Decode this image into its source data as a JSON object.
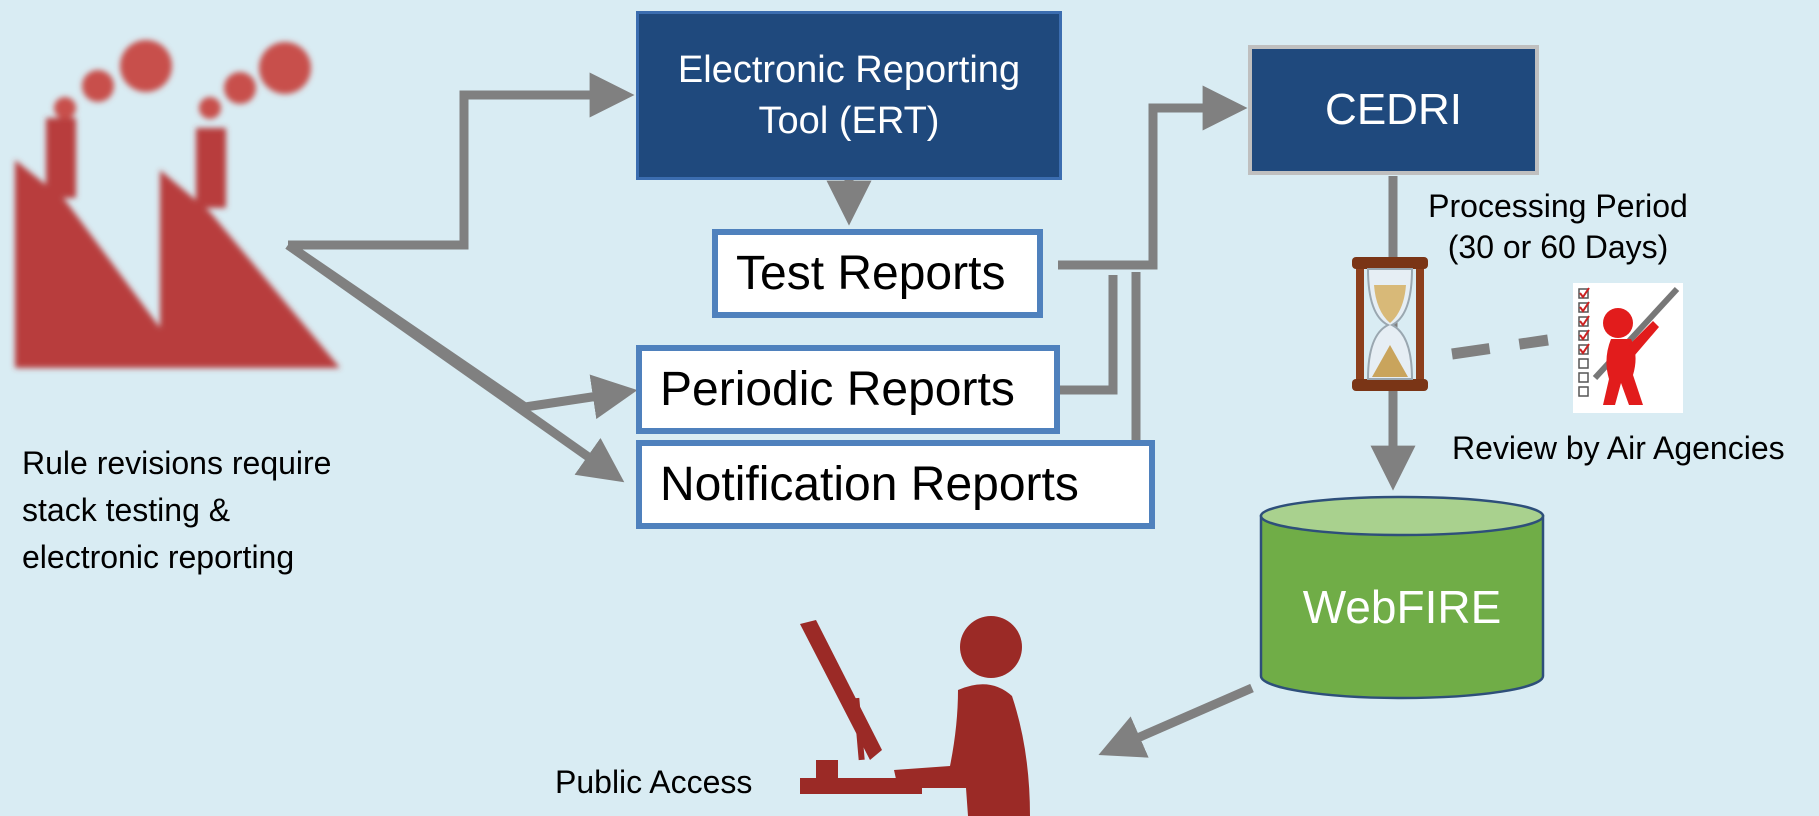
{
  "ert": {
    "line1": "Electronic Reporting",
    "line2": "Tool (ERT)"
  },
  "cedri": {
    "label": "CEDRI"
  },
  "reports": {
    "test": "Test Reports",
    "periodic": "Periodic Reports",
    "notification": "Notification Reports"
  },
  "processing": {
    "line1": "Processing Period",
    "line2": "(30 or 60 Days)"
  },
  "review": {
    "label": "Review by Air Agencies"
  },
  "webfire": {
    "label": "WebFIRE"
  },
  "rule_note": {
    "line1": "Rule revisions require",
    "line2": "stack testing &",
    "line3": "electronic reporting"
  },
  "public": {
    "label": "Public Access"
  },
  "colors": {
    "background": "#d9ecf3",
    "navy": "#1f497d",
    "box_border": "#4f81bd",
    "arrow": "#808080",
    "factory": "#b03a3a",
    "webfire_green": "#70ad47",
    "person": "#9b2a26"
  },
  "icons": [
    "factory-icon",
    "hourglass-icon",
    "reviewer-checklist-icon",
    "person-at-computer-icon"
  ]
}
